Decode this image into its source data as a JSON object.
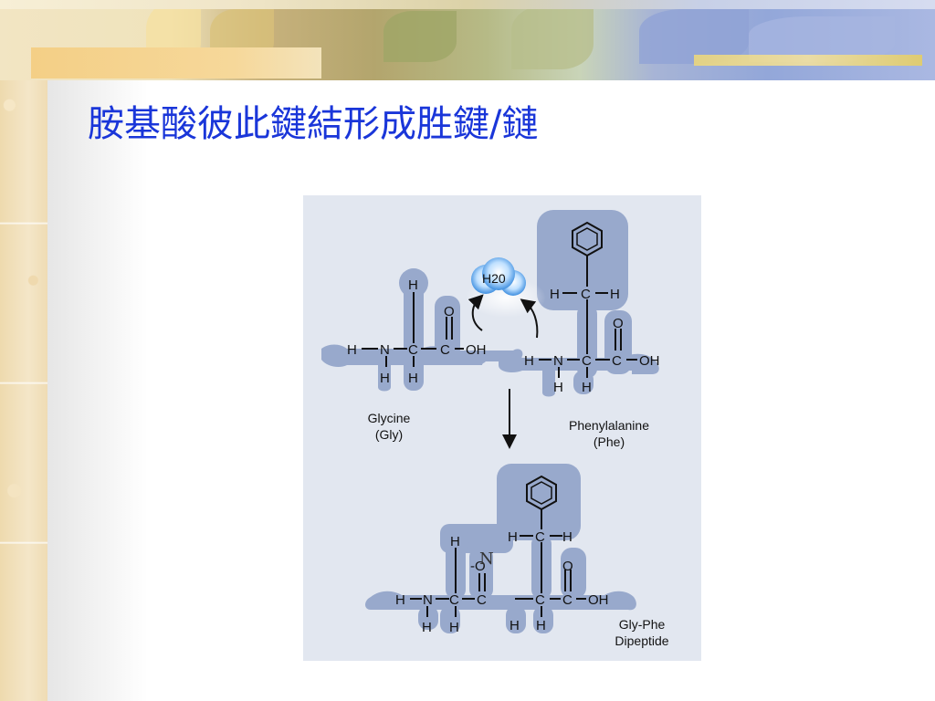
{
  "slide": {
    "title": "胺基酸彼此鍵結形成胜鍵/鏈"
  },
  "figure": {
    "water_label": "H20",
    "glycine_name": "Glycine",
    "glycine_abbr": "(Gly)",
    "phenylalanine_name": "Phenylalanine",
    "phenylalanine_abbr": "(Phe)",
    "dipeptide_name": "Gly-Phe",
    "dipeptide_label": "Dipeptide",
    "atoms": {
      "H": "H",
      "N": "N",
      "C": "C",
      "O": "O",
      "OH": "OH",
      "dash_O": "-O",
      "N_overlay": "N"
    },
    "colors": {
      "panel": "#e2e7f0",
      "highlight": "#98a9cc",
      "title": "#1a36d9"
    }
  }
}
